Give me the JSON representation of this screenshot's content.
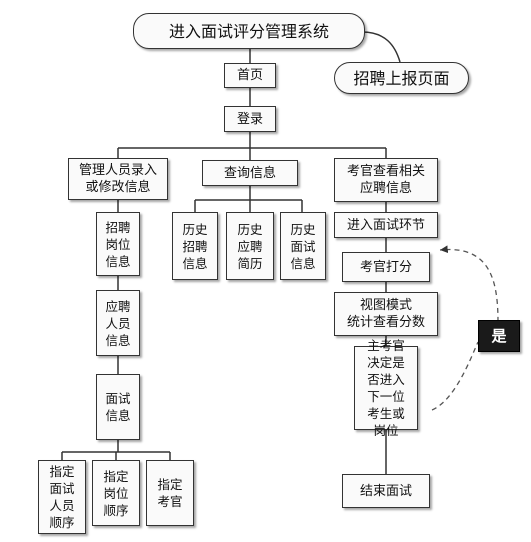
{
  "title": "进入面试评分管理系统",
  "nodes": {
    "home": "首页",
    "login": "登录",
    "recruit_report": "招聘上报页面",
    "admin_entry": "管理人员录入\n或修改信息",
    "query_info": "查询信息",
    "examiner_view": "考官查看相关\n应聘信息",
    "job_info": "招聘\n岗位\n信息",
    "applicant_info": "应聘\n人员\n信息",
    "interview_info": "面试\n信息",
    "set_order": "指定\n面试\n人员\n顺序",
    "set_post_order": "指定\n岗位\n顺序",
    "set_examiner": "指定\n考官",
    "history_recruit": "历史\n招聘\n信息",
    "history_resume": "历史\n应聘\n简历",
    "history_interview": "历史\n面试\n信息",
    "enter_interview": "进入面试环节",
    "examiner_score": "考官打分",
    "view_stats": "视图模式\n统计查看分数",
    "chief_decide": "主考官\n决定是\n否进入\n下一位\n考生或\n岗位",
    "end_interview": "结束面试",
    "yes": "是"
  }
}
